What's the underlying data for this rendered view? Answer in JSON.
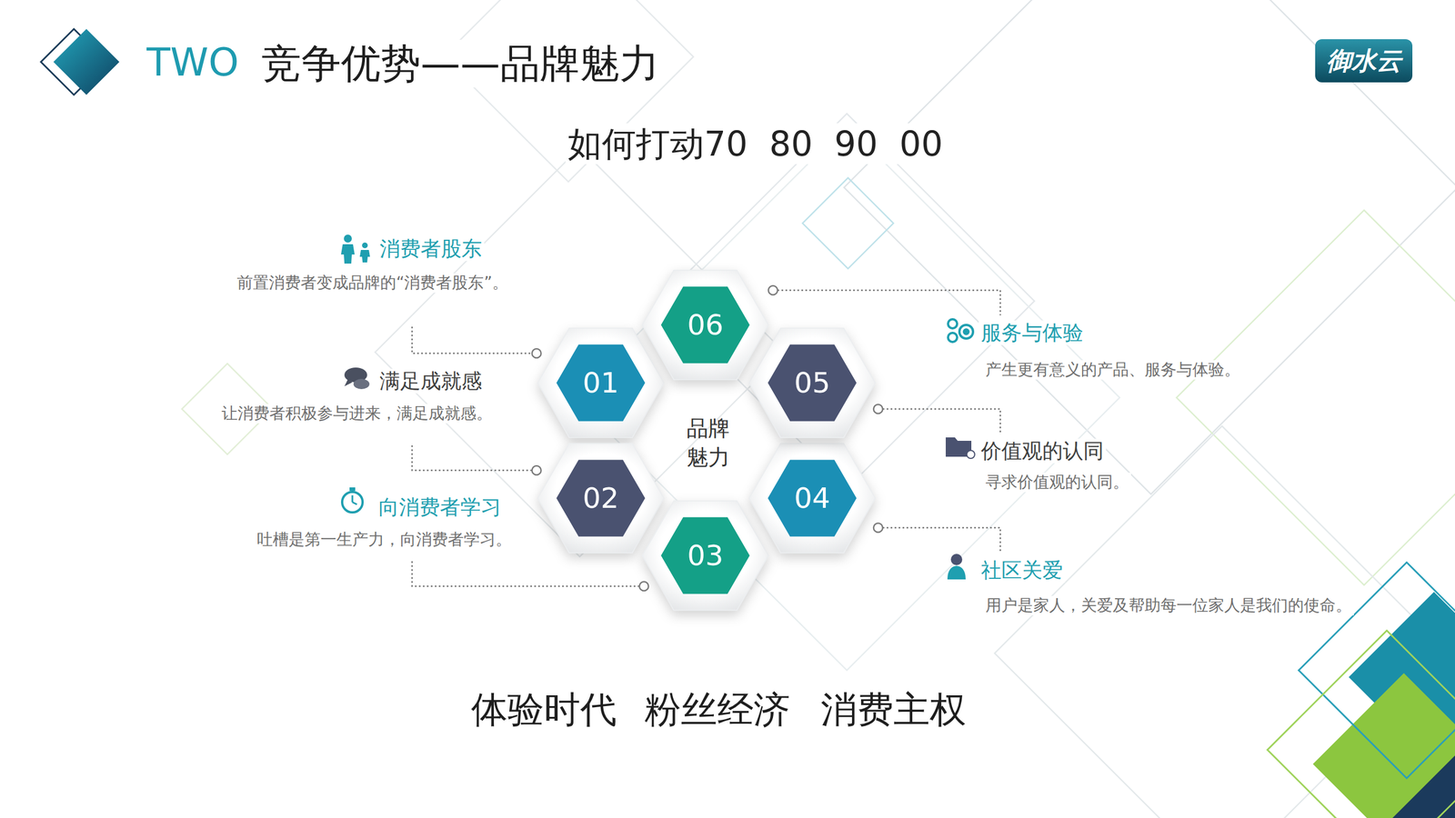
{
  "diagram": {
    "title": "竞争优势——品牌魅力",
    "nodes": [
      {
        "text": [
          "01"
        ]
      },
      {
        "text": [
          "02"
        ]
      },
      {
        "text": [
          "03"
        ]
      },
      {
        "text": [
          "04"
        ]
      },
      {
        "text": [
          "05"
        ]
      },
      {
        "text": [
          "06"
        ]
      }
    ],
    "labels": [
      "TWO",
      "御水云",
      "如何打动70  80  90  00",
      "品牌魅力",
      "消费者股东",
      "前置消费者变成品牌的“消费者股东”。",
      "满足成就感",
      "让消费者积极参与进来，满足成就感。",
      "向消费者学习",
      "吐槽是第一生产力，向消费者学习。",
      "服务与体验",
      "产生更有意义的产品、服务与体验。",
      "价值观的认同",
      "寻求价值观的认同。",
      "社区关爱",
      "用户是家人，关爱及帮助每一位家人是我们的使命。",
      "体验时代",
      "粉丝经济",
      "消费主权"
    ]
  }
}
